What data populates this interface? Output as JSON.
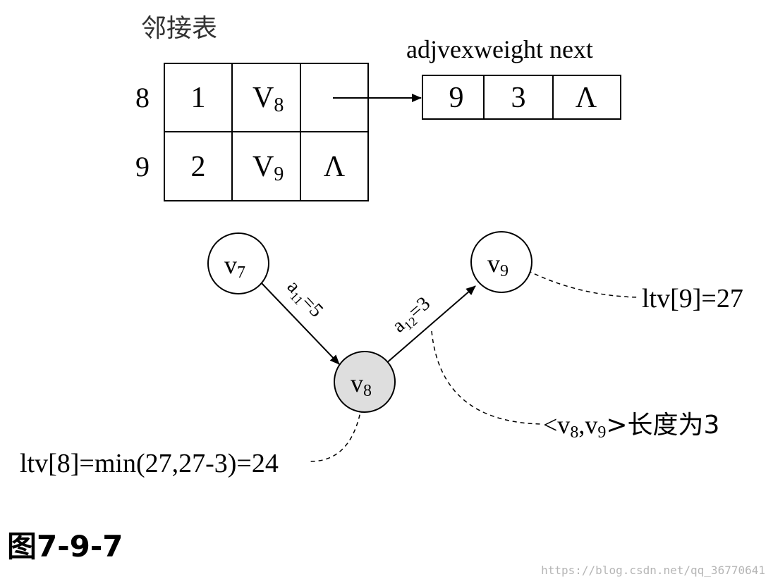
{
  "table": {
    "title": "邻接表",
    "rows": [
      {
        "index": "8",
        "cells": [
          "1",
          "V",
          "8",
          ""
        ]
      },
      {
        "index": "9",
        "cells": [
          "2",
          "V",
          "9",
          "Λ"
        ]
      }
    ]
  },
  "edge_node": {
    "header": "adjvexweight next",
    "cells": [
      "9",
      "3",
      "Λ"
    ]
  },
  "graph": {
    "nodes": [
      {
        "name": "v",
        "sub": "7"
      },
      {
        "name": "v",
        "sub": "8"
      },
      {
        "name": "v",
        "sub": "9"
      }
    ],
    "edges": [
      {
        "label": "a",
        "sub": "11",
        "value": "=5"
      },
      {
        "label": "a",
        "sub": "12",
        "value": "=3"
      }
    ]
  },
  "annotations": {
    "ltv9": "ltv[9]=27",
    "ltv8": "ltv[8]=min(27,27-3)=24",
    "length_open": "<v",
    "length_sub1": "8",
    "length_comma": ",v",
    "length_sub2": "9",
    "length_close": ">长度为3"
  },
  "caption": "图7-9-7",
  "watermark": "https://blog.csdn.net/qq_36770641"
}
